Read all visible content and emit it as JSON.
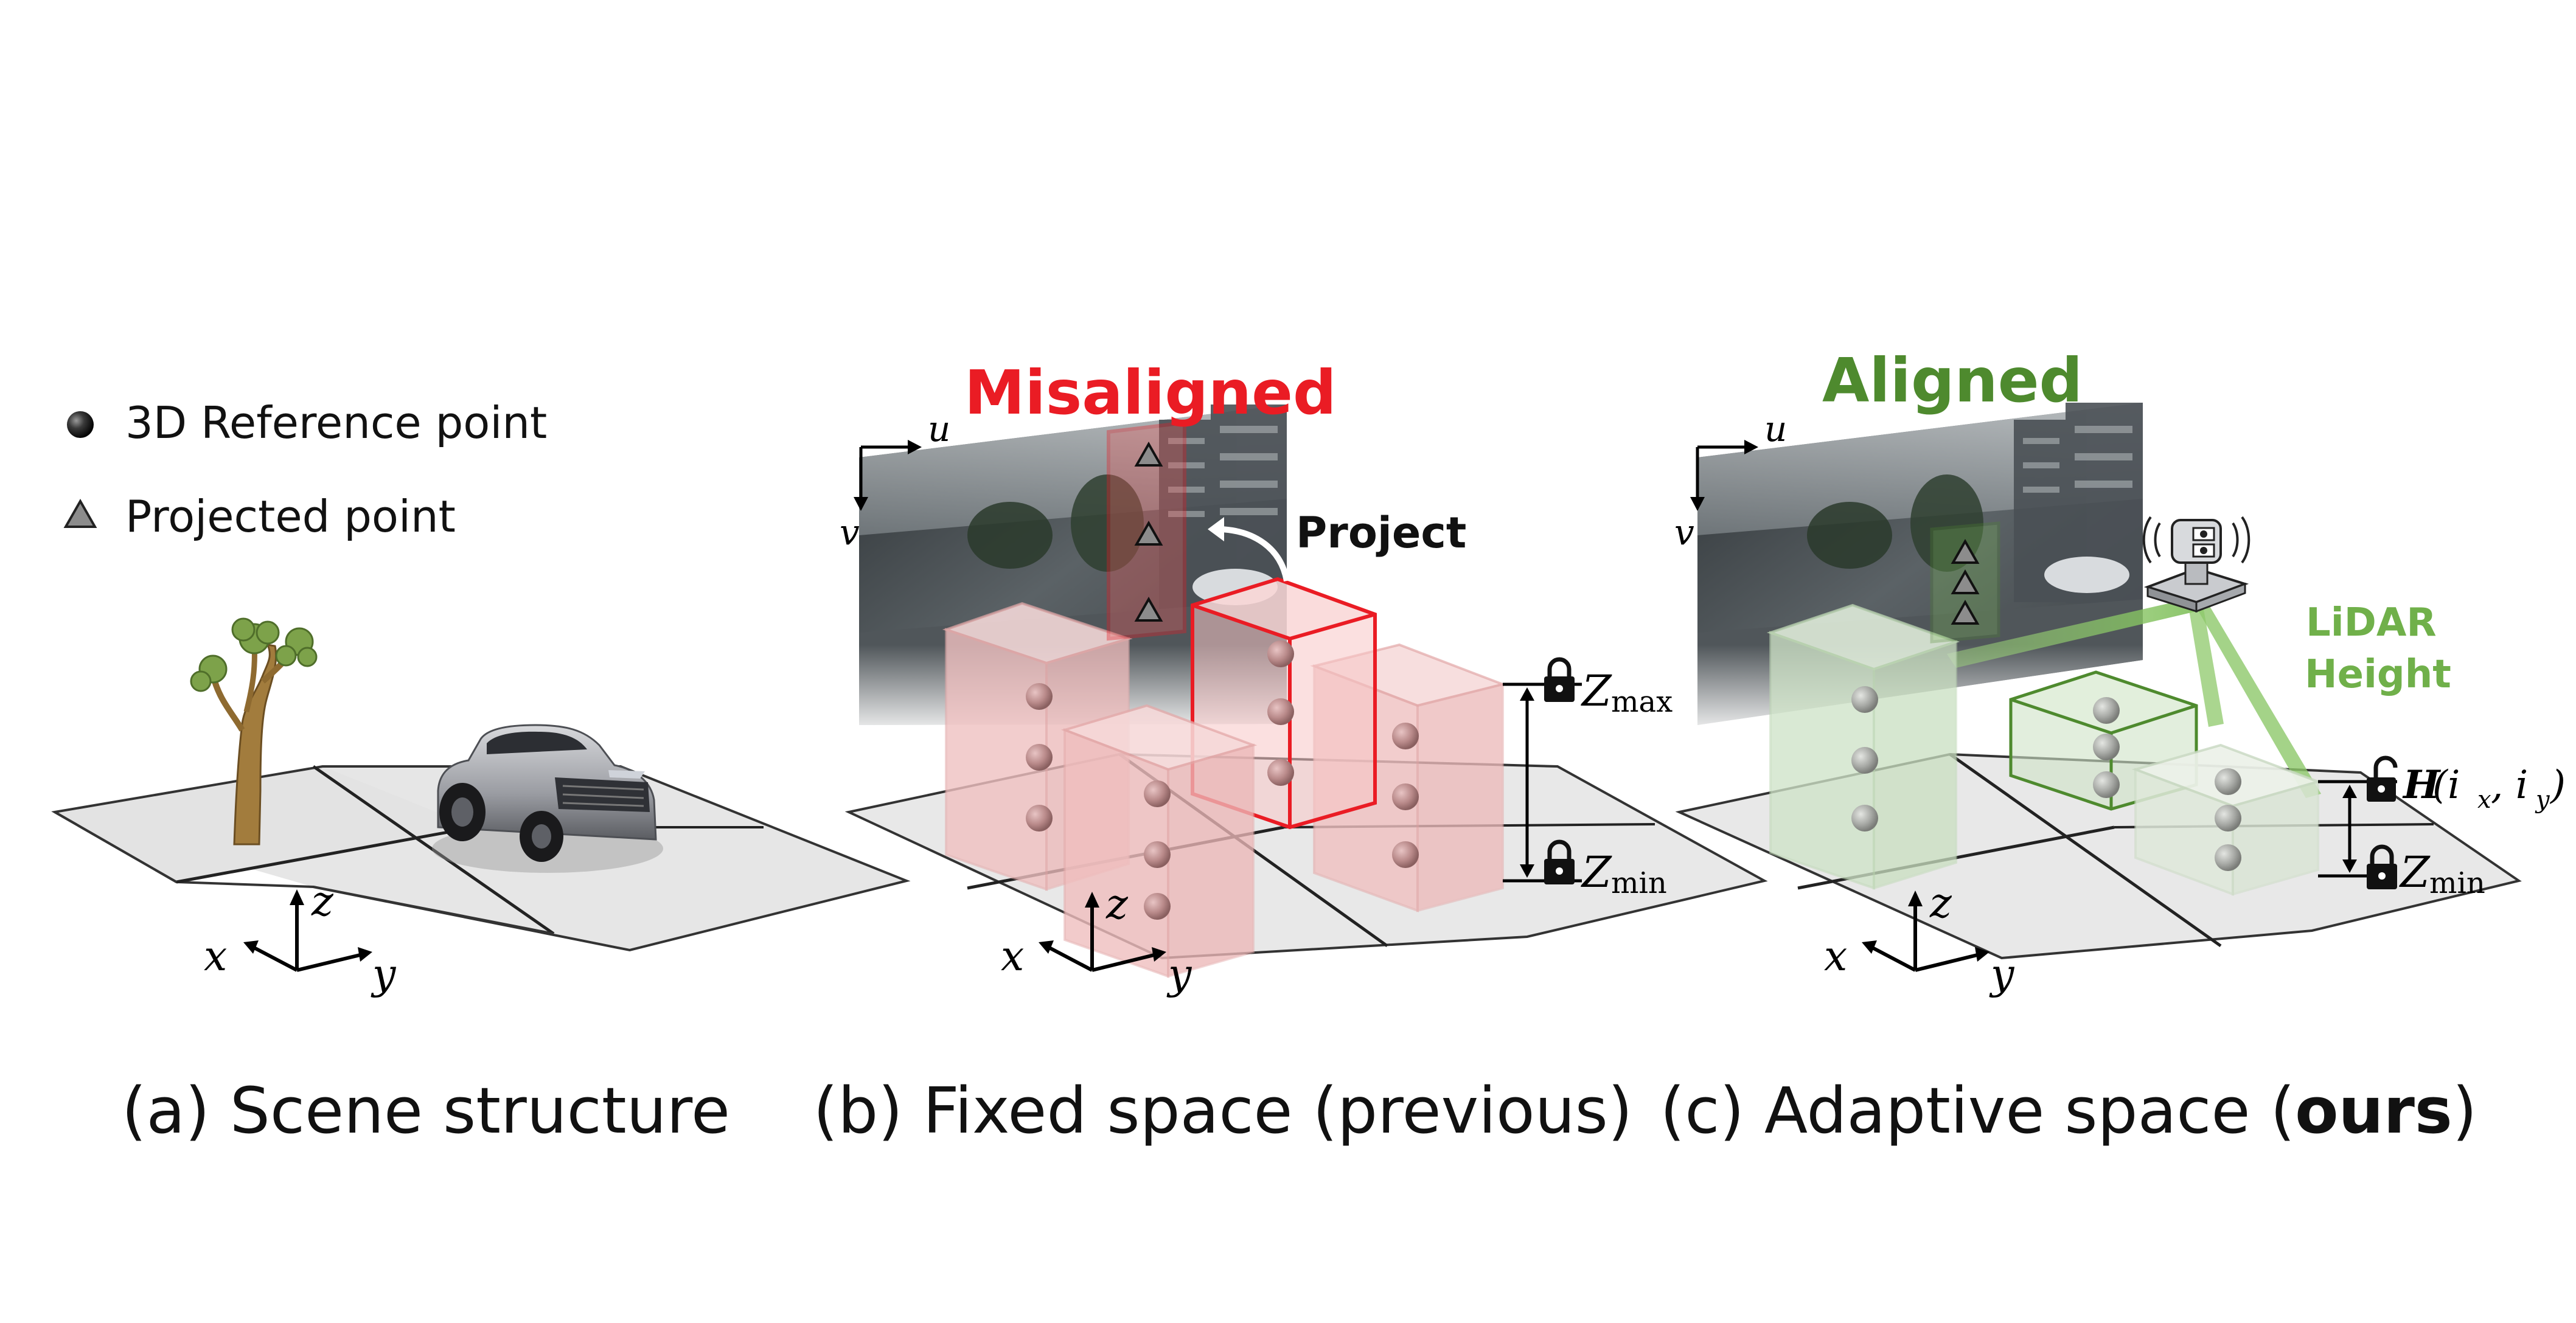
{
  "legend": {
    "reference_point": "3D Reference point",
    "projected_point": "Projected point"
  },
  "axes": {
    "x": "x",
    "y": "y",
    "z": "z",
    "u": "u",
    "v": "v"
  },
  "panels": {
    "a": {
      "caption": "(a) Scene structure"
    },
    "b": {
      "caption": "(b) Fixed space (previous)",
      "title": "Misaligned",
      "project_label": "Project",
      "z_max": "max",
      "z_min": "min",
      "z_symbol": "Z"
    },
    "c": {
      "caption_pre": "(c) Adaptive space (",
      "caption_bold": "ours",
      "caption_post": ")",
      "title": "Aligned",
      "lidar_line1": "LiDAR",
      "lidar_line2": "Height",
      "height_func": "H",
      "height_args": "(i",
      "sub_x": "x",
      "sep": ", i",
      "sub_y": "y",
      "close": ")",
      "z_symbol": "Z",
      "z_min": "min"
    }
  },
  "colors": {
    "misaligned_red": "#ea1c24",
    "aligned_green": "#4e8a2e",
    "lidar_green": "#70b04a"
  }
}
